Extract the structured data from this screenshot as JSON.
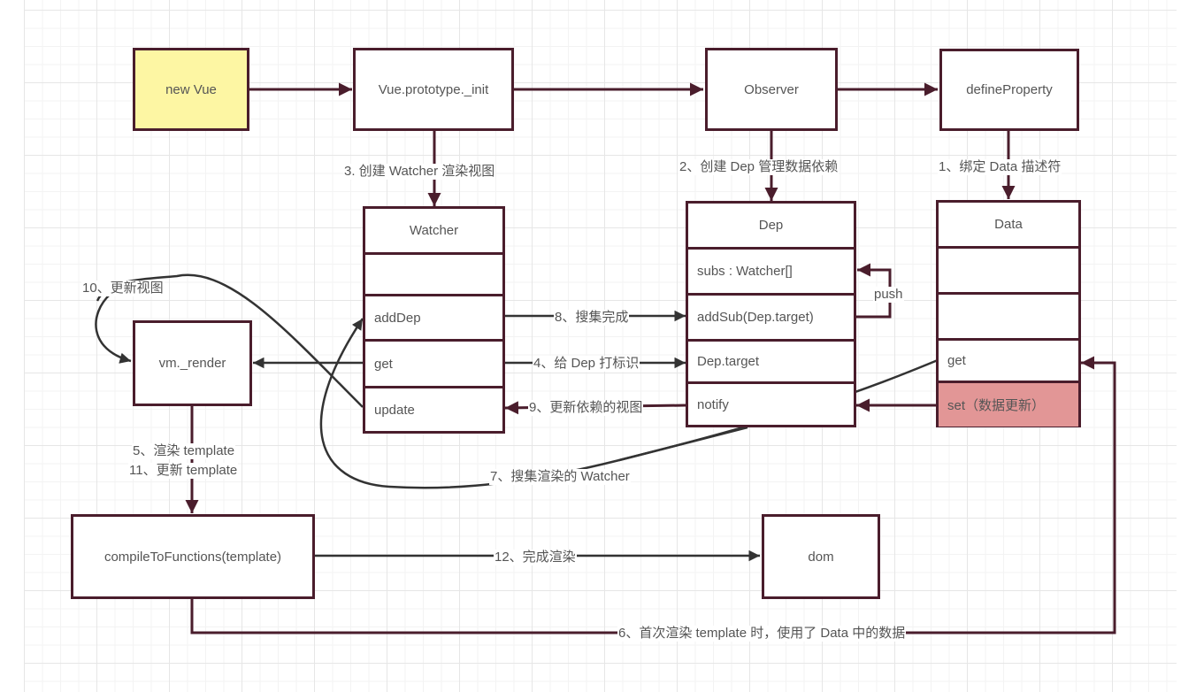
{
  "diagram": {
    "title": "Vue reactivity flow",
    "colors": {
      "stroke": "#4a1d2c",
      "curve": "#333333",
      "new_vue_fill": "#fdf6a3",
      "set_row_fill": "#e29696",
      "text": "#555555"
    },
    "nodes": {
      "new_vue": "new Vue",
      "init": "Vue.prototype._init",
      "observer": "Observer",
      "define_property": "defineProperty",
      "vm_render": "vm._render",
      "compile": "compileToFunctions(template)",
      "dom": "dom"
    },
    "watcher": {
      "title": "Watcher",
      "rows": [
        "",
        "addDep",
        "get",
        "update"
      ]
    },
    "dep": {
      "title": "Dep",
      "rows": [
        "subs : Watcher[]",
        "addSub(Dep.target)",
        "Dep.target",
        "notify"
      ]
    },
    "data_class": {
      "title": "Data",
      "rows": [
        "",
        "",
        "get",
        "set（数据更新）"
      ]
    },
    "edges": {
      "step1": "1、绑定 Data 描述符",
      "step2": "2、创建 Dep 管理数据依赖",
      "step3": "3. 创建 Watcher 渲染视图",
      "step4": "4、给 Dep 打标识",
      "step5": "5、渲染 template",
      "step6": "6、首次渲染 template 时，使用了 Data 中的数据",
      "step7": "7、搜集渲染的 Watcher",
      "step8": "8、搜集完成",
      "step9": "9、更新依赖的视图",
      "step10": "10、更新视图",
      "step11": "11、更新 template",
      "step12": "12、完成渲染",
      "push": "push"
    }
  }
}
